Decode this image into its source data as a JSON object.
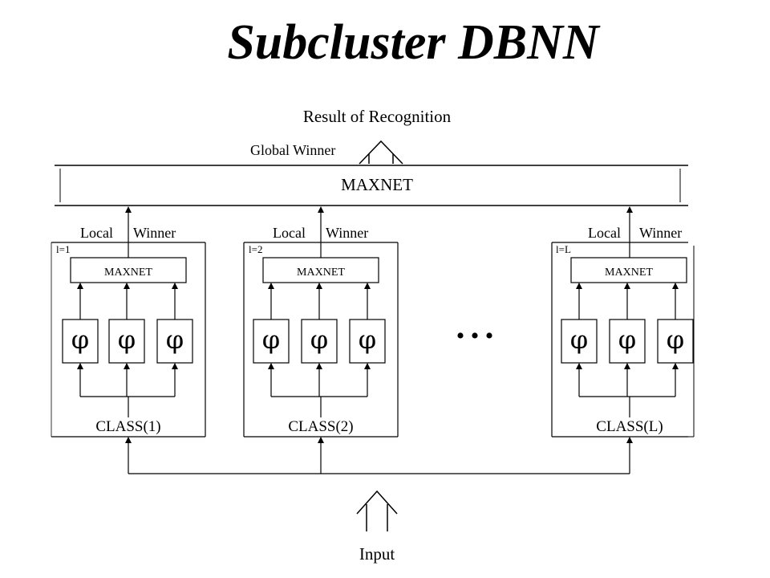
{
  "title": "Subcluster DBNN",
  "result_label": "Result of Recognition",
  "global_winner_label": "Global Winner",
  "global_maxnet_label": "MAXNET",
  "input_label": "Input",
  "ellipsis": "• • •",
  "subnets": [
    {
      "index_label": "l=1",
      "local_label": "Local",
      "winner_label": "Winner",
      "maxnet_label": "MAXNET",
      "phi": [
        "φ",
        "φ",
        "φ"
      ],
      "class_label": "CLASS(1)"
    },
    {
      "index_label": "l=2",
      "local_label": "Local",
      "winner_label": "Winner",
      "maxnet_label": "MAXNET",
      "phi": [
        "φ",
        "φ",
        "φ"
      ],
      "class_label": "CLASS(2)"
    },
    {
      "index_label": "l=L",
      "local_label": "Local",
      "winner_label": "Winner",
      "maxnet_label": "MAXNET",
      "phi": [
        "φ",
        "φ",
        "φ"
      ],
      "class_label": "CLASS(L)"
    }
  ]
}
